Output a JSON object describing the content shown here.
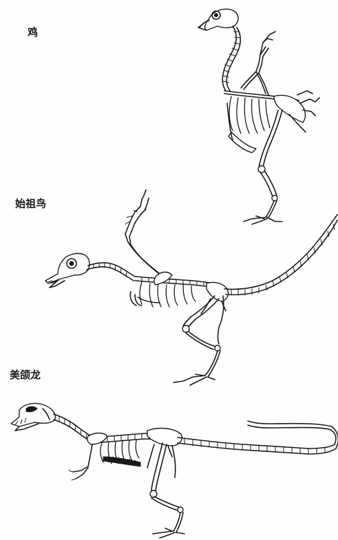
{
  "labels": {
    "chicken": "鸡",
    "archaeopteryx": "始祖鸟",
    "compsognathus": "美颌龙"
  }
}
